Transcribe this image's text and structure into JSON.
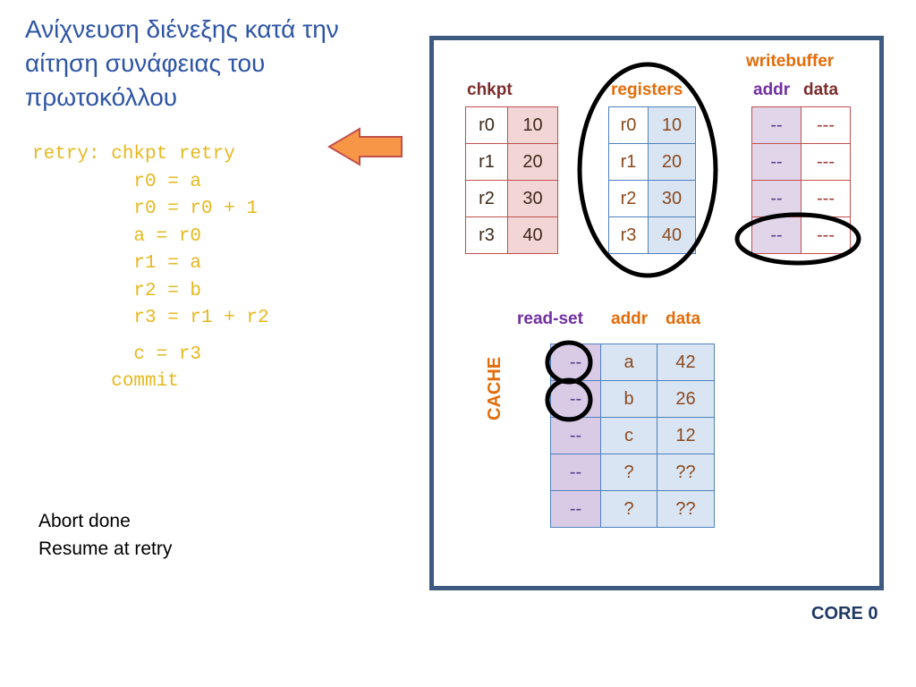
{
  "title": [
    "Ανίχνευση διένεξης κατά την",
    "αίτηση συνάφειας του",
    "πρωτοκόλλου"
  ],
  "code_lines": [
    "retry: chkpt retry",
    "         r0 = a",
    "         r0 = r0 + 1",
    "         a = r0",
    "         r1 = a",
    "         r2 = b",
    "         r3 = r1 + r2",
    "",
    "         c = r3",
    "       commit"
  ],
  "status": [
    "Abort done",
    "Resume at retry"
  ],
  "labels": {
    "chkpt": "chkpt",
    "registers": "registers",
    "writebuffer": "writebuffer",
    "wb_addr": "addr",
    "wb_data": "data",
    "readset": "read-set",
    "rs_addr": "addr",
    "rs_data": "data",
    "cache": "CACHE",
    "core": "CORE 0"
  },
  "chkpt_rows": [
    [
      "r0",
      "10"
    ],
    [
      "r1",
      "20"
    ],
    [
      "r2",
      "30"
    ],
    [
      "r3",
      "40"
    ]
  ],
  "register_rows": [
    [
      "r0",
      "10"
    ],
    [
      "r1",
      "20"
    ],
    [
      "r2",
      "30"
    ],
    [
      "r3",
      "40"
    ]
  ],
  "writebuffer_rows": [
    [
      "--",
      "---"
    ],
    [
      "--",
      "---"
    ],
    [
      "--",
      "---"
    ],
    [
      "--",
      "---"
    ]
  ],
  "cache_rows": [
    [
      "--",
      "a",
      "42"
    ],
    [
      "--",
      "b",
      "26"
    ],
    [
      "--",
      "c",
      "12"
    ],
    [
      "--",
      "?",
      "??"
    ],
    [
      "--",
      "?",
      "??"
    ]
  ],
  "colors": {
    "title": "#2e55a4",
    "code": "#e6b81e",
    "frame": "#3d5a80",
    "chkpt_label": "#7b2c2c",
    "orange_label": "#e36c0a",
    "purple_label": "#7030a0",
    "arrow": "#f79646"
  }
}
